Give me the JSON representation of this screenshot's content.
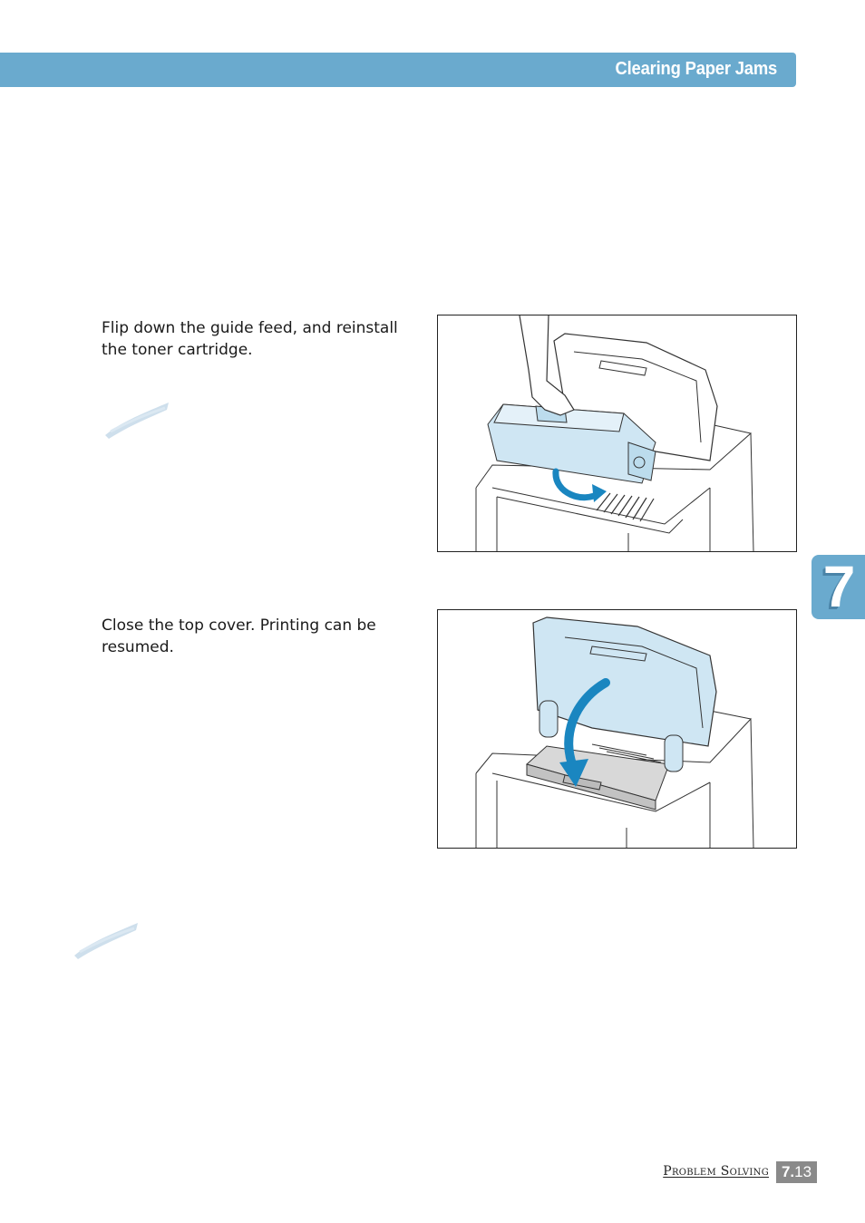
{
  "header": {
    "title": "Clearing Paper Jams"
  },
  "steps": [
    {
      "text": "Flip down the guide feed, and reinstall the toner cartridge."
    },
    {
      "text": "Close the top cover. Printing can be resumed."
    }
  ],
  "chapter_tab": {
    "number": "7"
  },
  "footer": {
    "section": "Problem Solving",
    "page_major": "7.",
    "page_minor": "13"
  },
  "colors": {
    "accent": "#6aaace",
    "arrow": "#1a86c0",
    "footer_badge": "#8a8a8a"
  }
}
